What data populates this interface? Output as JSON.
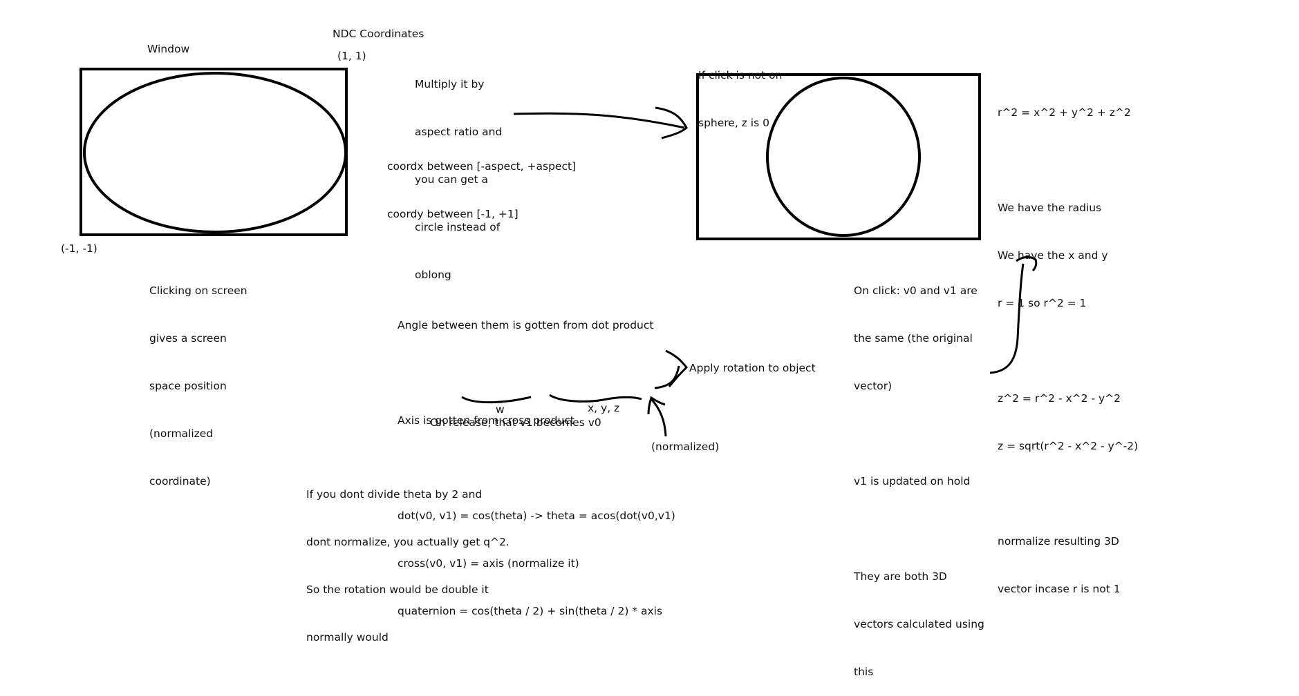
{
  "labels": {
    "window": "Window",
    "ndc_title": "NDC Coordinates",
    "corner_top_right": "(1, 1)",
    "corner_bottom_left": "(-1, -1)",
    "click_desc": [
      "Clicking on screen",
      "gives a screen",
      "space position",
      "(normalized",
      "coordinate)"
    ],
    "aspect_note": [
      "Multiply it by",
      "aspect ratio and",
      "you can get a",
      "circle instead of",
      "oblong"
    ],
    "coord_ranges": [
      "coordx between [-aspect, +aspect]",
      "coordy between [-1, +1]"
    ],
    "z_note": [
      "If click is not on",
      "sphere, z is 0"
    ],
    "sphere_math": [
      "r^2 = x^2 + y^2 + z^2",
      "",
      "We have the radius",
      "We have the x and y",
      "r = 1 so r^2 = 1",
      "",
      "z^2 = r^2 - x^2 - y^2",
      "z = sqrt(r^2 - x^2 - y^-2)",
      "",
      "normalize resulting 3D",
      "vector incase r is not 1"
    ],
    "click_state": [
      "On click: v0 and v1 are",
      "the same (the original",
      "vector)",
      "",
      "v1 is updated on hold",
      "",
      "They are both 3D",
      "vectors calculated using",
      "this"
    ],
    "rotation_math": [
      "Angle between them is gotten from dot product",
      "",
      "Axis is gotten from cross product",
      "",
      "dot(v0, v1) = cos(theta) -> theta = acos(dot(v0,v1)",
      "cross(v0, v1) = axis (normalize it)",
      "quaternion = cos(theta / 2) + sin(theta / 2) * axis"
    ],
    "w_label": "w",
    "xyz_label": "x, y, z",
    "release_note": "On release, that v1 becomes v0",
    "apply_rotation": "Apply rotation to object",
    "normalized": "(normalized)",
    "warning": [
      "If you dont divide theta by 2 and",
      "dont normalize, you actually get q^2.",
      "So the rotation would be double it",
      "normally would"
    ]
  }
}
